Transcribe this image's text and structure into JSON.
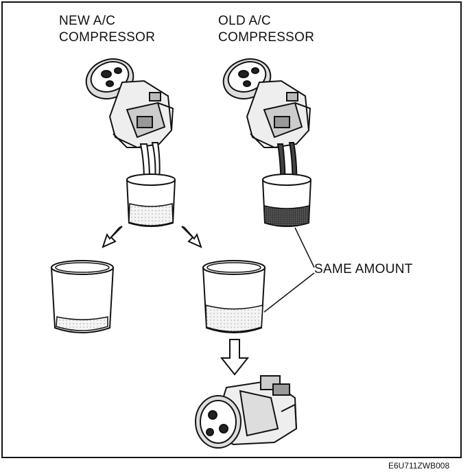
{
  "labels": {
    "new_compressor": [
      "NEW A/C",
      "COMPRESSOR"
    ],
    "old_compressor": [
      "OLD A/C",
      "COMPRESSOR"
    ],
    "same_amount": "SAME AMOUNT",
    "figure_code": "E6U711ZWB008"
  },
  "icons": {
    "compressor": "compressor-icon",
    "beaker": "beaker-icon",
    "arrow": "down-arrow-icon"
  }
}
